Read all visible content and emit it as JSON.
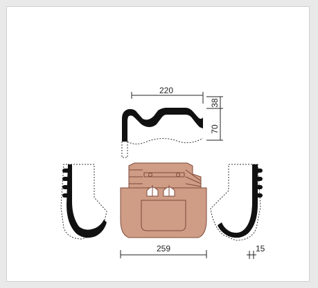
{
  "dimensions": {
    "top_width": "220",
    "top_rise": "38",
    "side_height": "70",
    "bottom_width": "259",
    "edge_thickness": "15"
  },
  "colors": {
    "tile": "#cf9c86",
    "tile_dark": "#7e4a3a",
    "profile": "#111111",
    "line": "#222222",
    "page_bg": "#e9e9e9",
    "panel_bg": "#ffffff"
  }
}
